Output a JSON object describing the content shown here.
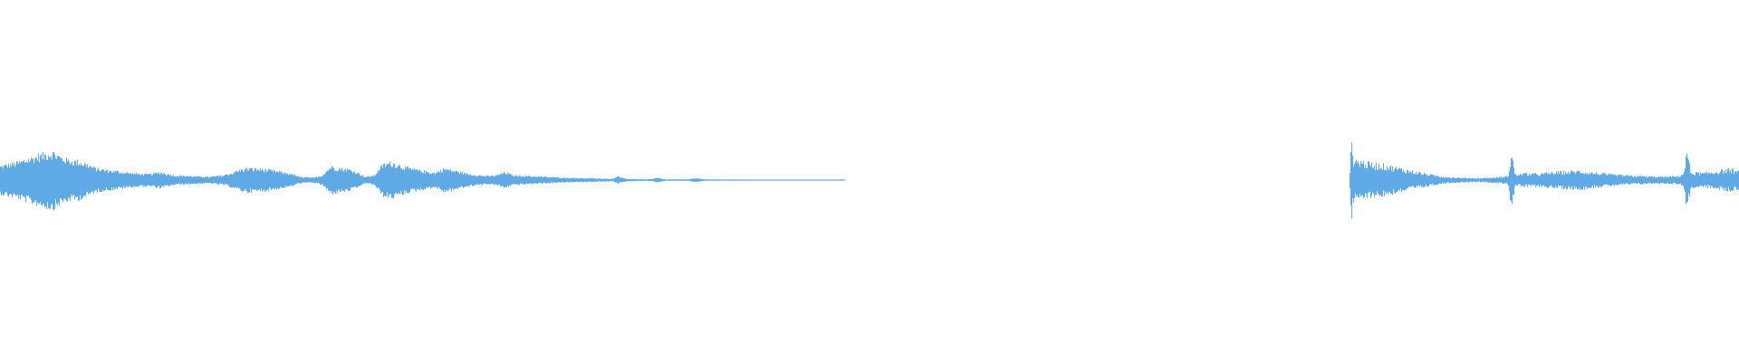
{
  "waveform": {
    "color": "#5ea9e6",
    "background": "#ffffff",
    "segments": [
      {
        "name": "segment-1",
        "envelope": [
          [
            0.0,
            0.35
          ],
          [
            0.01,
            0.45
          ],
          [
            0.02,
            0.6
          ],
          [
            0.03,
            0.72
          ],
          [
            0.035,
            0.58
          ],
          [
            0.04,
            0.5
          ],
          [
            0.045,
            0.48
          ],
          [
            0.05,
            0.4
          ],
          [
            0.055,
            0.3
          ],
          [
            0.06,
            0.26
          ],
          [
            0.068,
            0.22
          ],
          [
            0.075,
            0.18
          ],
          [
            0.085,
            0.15
          ],
          [
            0.092,
            0.2
          ],
          [
            0.1,
            0.12
          ],
          [
            0.11,
            0.1
          ],
          [
            0.12,
            0.08
          ],
          [
            0.128,
            0.12
          ],
          [
            0.133,
            0.18
          ],
          [
            0.137,
            0.25
          ],
          [
            0.142,
            0.3
          ],
          [
            0.15,
            0.28
          ],
          [
            0.16,
            0.22
          ],
          [
            0.168,
            0.15
          ],
          [
            0.172,
            0.08
          ],
          [
            0.18,
            0.06
          ],
          [
            0.185,
            0.12
          ],
          [
            0.19,
            0.35
          ],
          [
            0.195,
            0.3
          ],
          [
            0.2,
            0.28
          ],
          [
            0.205,
            0.2
          ],
          [
            0.21,
            0.08
          ],
          [
            0.215,
            0.12
          ],
          [
            0.22,
            0.4
          ],
          [
            0.225,
            0.45
          ],
          [
            0.235,
            0.3
          ],
          [
            0.245,
            0.22
          ],
          [
            0.25,
            0.18
          ],
          [
            0.255,
            0.3
          ],
          [
            0.26,
            0.25
          ],
          [
            0.27,
            0.15
          ],
          [
            0.28,
            0.1
          ],
          [
            0.285,
            0.12
          ],
          [
            0.29,
            0.2
          ],
          [
            0.295,
            0.12
          ],
          [
            0.305,
            0.1
          ],
          [
            0.315,
            0.08
          ],
          [
            0.325,
            0.06
          ],
          [
            0.335,
            0.05
          ],
          [
            0.345,
            0.04
          ],
          [
            0.352,
            0.03
          ],
          [
            0.355,
            0.09
          ],
          [
            0.36,
            0.03
          ],
          [
            0.37,
            0.02
          ],
          [
            0.375,
            0.03
          ],
          [
            0.378,
            0.06
          ],
          [
            0.382,
            0.02
          ],
          [
            0.395,
            0.02
          ],
          [
            0.4,
            0.05
          ],
          [
            0.405,
            0.02
          ],
          [
            0.42,
            0.015
          ],
          [
            0.44,
            0.012
          ],
          [
            0.46,
            0.01
          ],
          [
            0.486,
            0.01
          ]
        ],
        "range": [
          0.0,
          0.486
        ],
        "noise": 0.35
      },
      {
        "name": "segment-2",
        "envelope": [
          [
            0.776,
            0.2
          ],
          [
            0.777,
            1.0
          ],
          [
            0.778,
            0.55
          ],
          [
            0.782,
            0.5
          ],
          [
            0.788,
            0.42
          ],
          [
            0.795,
            0.4
          ],
          [
            0.802,
            0.33
          ],
          [
            0.81,
            0.25
          ],
          [
            0.818,
            0.18
          ],
          [
            0.825,
            0.12
          ],
          [
            0.832,
            0.08
          ],
          [
            0.84,
            0.06
          ],
          [
            0.85,
            0.05
          ],
          [
            0.86,
            0.07
          ],
          [
            0.867,
            0.1
          ],
          [
            0.869,
            0.72
          ],
          [
            0.871,
            0.15
          ],
          [
            0.878,
            0.18
          ],
          [
            0.885,
            0.16
          ],
          [
            0.892,
            0.2
          ],
          [
            0.9,
            0.22
          ],
          [
            0.908,
            0.24
          ],
          [
            0.915,
            0.2
          ],
          [
            0.925,
            0.15
          ],
          [
            0.935,
            0.12
          ],
          [
            0.945,
            0.1
          ],
          [
            0.955,
            0.09
          ],
          [
            0.965,
            0.1
          ],
          [
            0.968,
            0.18
          ],
          [
            0.97,
            0.78
          ],
          [
            0.972,
            0.2
          ],
          [
            0.98,
            0.18
          ],
          [
            0.99,
            0.25
          ],
          [
            0.995,
            0.28
          ],
          [
            1.0,
            0.22
          ]
        ],
        "range": [
          0.776,
          1.0
        ],
        "noise": 0.45
      }
    ]
  }
}
